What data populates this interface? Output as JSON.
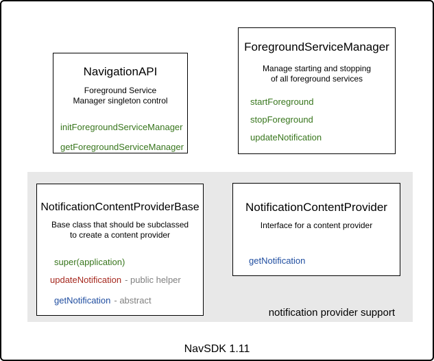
{
  "palette": {
    "method_green": "#38761d",
    "method_red": "#a5281e",
    "method_blue": "#204ea0",
    "annotation_gray": "#7f7f7f",
    "region_gray": "#e8e8e8",
    "border_black": "#000000",
    "background_white": "#ffffff"
  },
  "boxes": {
    "navigation_api": {
      "title": "NavigationAPI",
      "desc1": "Foreground Service",
      "desc2": "Manager singleton control",
      "methods": {
        "init": "initForegroundServiceManager",
        "get": "getForegroundServiceManager"
      }
    },
    "foreground_service_manager": {
      "title": "ForegroundServiceManager",
      "desc1": "Manage starting and stopping",
      "desc2": "of all foreground services",
      "methods": {
        "start": "startForeground",
        "stop": "stopForeground",
        "update": "updateNotification"
      }
    },
    "notification_content_provider_base": {
      "title": "NotificationContentProviderBase",
      "desc1": "Base class that should be subclassed",
      "desc2": "to create a content provider",
      "methods": {
        "super": "super(application)",
        "update": "updateNotification",
        "update_note": "- public helper",
        "get": "getNotification",
        "get_note": "- abstract"
      }
    },
    "notification_content_provider": {
      "title": "NotificationContentProvider",
      "desc": "Interface for a content provider",
      "methods": {
        "get": "getNotification"
      }
    }
  },
  "region": {
    "caption": "notification provider support"
  },
  "footer": {
    "label": "NavSDK 1.11"
  }
}
